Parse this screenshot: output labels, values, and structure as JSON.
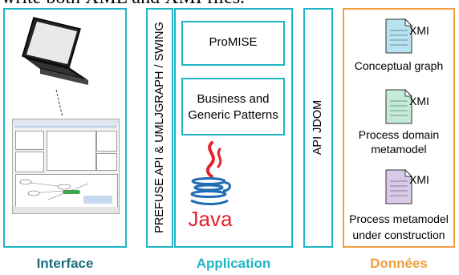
{
  "top_text": "write both XML and XMI files.",
  "columns": {
    "interface": {
      "label": "Interface",
      "color": "#1b6e7b"
    },
    "application": {
      "label": "Application",
      "color": "#20b4c4"
    },
    "data": {
      "label": "Données",
      "color": "#f0a03c"
    }
  },
  "vertical_labels": {
    "swing": "PREFUSE API & UMLJGRAPH / SWING",
    "jdom": "API JDOM"
  },
  "boxes": {
    "promise": "ProMISE",
    "patterns_line1": "Business and",
    "patterns_line2": "Generic Patterns",
    "java_logo_text": "Java"
  },
  "documents": [
    {
      "badge": "XMI",
      "line1": "Conceptual graph",
      "line2": "",
      "color": "#b8e2f0"
    },
    {
      "badge": "XMI",
      "line1": "Process domain",
      "line2": "metamodel",
      "color": "#c6ead8"
    },
    {
      "badge": "XMI",
      "line1": "Process metamodel",
      "line2": "under construction",
      "color": "#d9cbe8"
    }
  ]
}
